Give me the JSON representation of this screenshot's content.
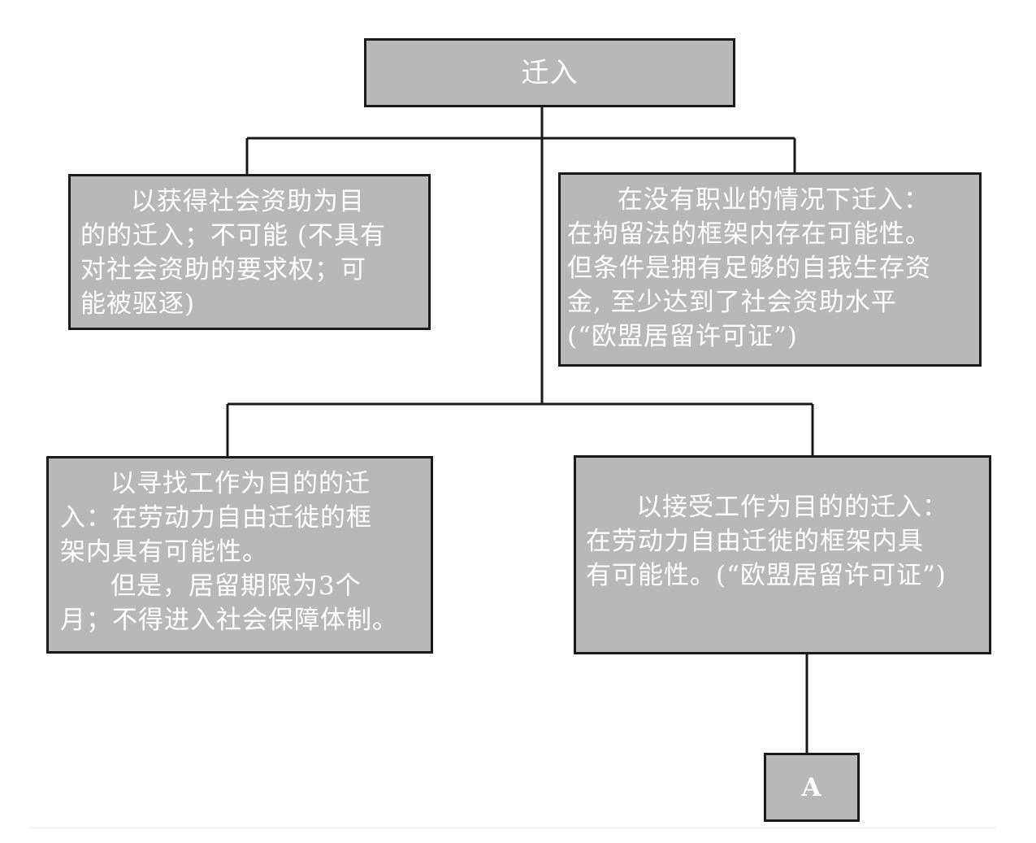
{
  "diagram": {
    "root": "迁入",
    "social_assistance": {
      "line1": "以获得社会资助为目",
      "line2": "的的迁入；不可能 (不具有",
      "line3": "对社会资助的要求权；可",
      "line4": "能被驱逐)"
    },
    "without_job": {
      "line1": "在没有职业的情况下迁入：",
      "line2": "在拘留法的框架内存在可能性。",
      "line3": "但条件是拥有足够的自我生存资",
      "line4": "金, 至少达到了社会资助水平",
      "line5": "(“欧盟居留许可证”)"
    },
    "seek_work": {
      "line1": "以寻找工作为目的的迁",
      "line2": "入：在劳动力自由迁徙的框",
      "line3": "架内具有可能性。",
      "line4": "但是，居留期限为3个",
      "line5": "月；不得进入社会保障体制。"
    },
    "accept_work": {
      "line1": "以接受工作为目的的迁入：",
      "line2": "在劳动力自由迁徙的框架内具",
      "line3": "有可能性。(“欧盟居留许可证”)"
    },
    "next_node": "A"
  },
  "colors": {
    "box_fill": "#b8b8b8",
    "box_border": "#1a1a1a",
    "text": "#ffffff",
    "line": "#1a1a1a"
  }
}
